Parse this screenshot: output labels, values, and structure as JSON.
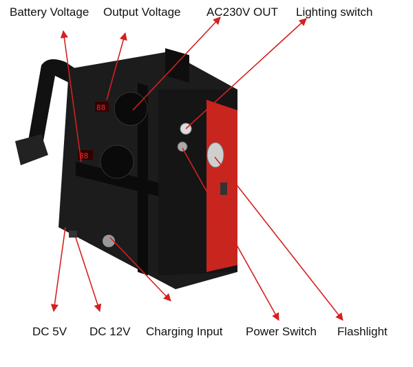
{
  "labels": {
    "battery_voltage": "Battery Voltage",
    "output_voltage": "Output Voltage",
    "ac_out": "AC230V OUT",
    "lighting_switch": "Lighting switch",
    "dc5v": "DC 5V",
    "dc12v": "DC 12V",
    "charging_input": "Charging Input",
    "power_switch": "Power Switch",
    "flashlight": "Flashlight"
  },
  "colors": {
    "arrow": "#d42020",
    "body": "#1a1a1a",
    "accent_red": "#c8251f",
    "display": "#e03030"
  }
}
